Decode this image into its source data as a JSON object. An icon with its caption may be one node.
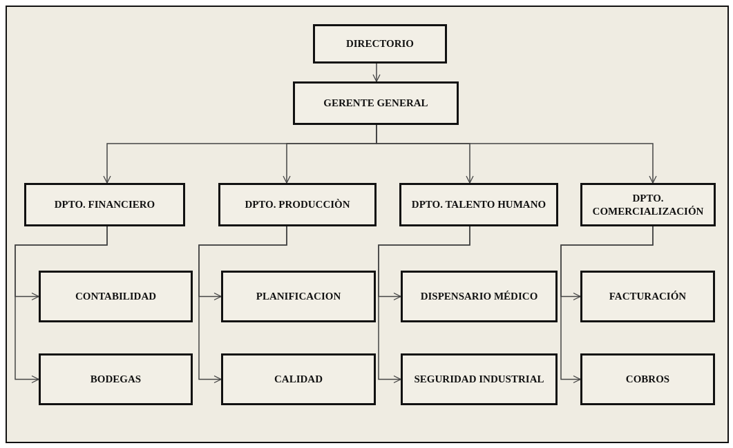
{
  "diagram": {
    "nodes": [
      {
        "text": [
          "DIRECTORIO"
        ]
      },
      {
        "text": [
          "GERENTE GENERAL"
        ]
      },
      {
        "text": [
          "DPTO. FINANCIERO"
        ]
      },
      {
        "text": [
          "DPTO. PRODUCCIÒN"
        ]
      },
      {
        "text": [
          "DPTO. TALENTO HUMANO"
        ]
      },
      {
        "text": [
          "DPTO. COMERCIALIZACIÓN"
        ]
      },
      {
        "text": [
          "CONTABILIDAD"
        ]
      },
      {
        "text": [
          "BODEGAS"
        ]
      },
      {
        "text": [
          "PLANIFICACION"
        ]
      },
      {
        "text": [
          "CALIDAD"
        ]
      },
      {
        "text": [
          "DISPENSARIO MÉDICO"
        ]
      },
      {
        "text": [
          "SEGURIDAD INDUSTRIAL"
        ]
      },
      {
        "text": [
          "FACTURACIÓN"
        ]
      },
      {
        "text": [
          "COBROS"
        ]
      }
    ],
    "edges": [
      {
        "from": 0,
        "to": 1,
        "arrow": "to"
      },
      {
        "from": 1,
        "to": 2,
        "arrow": "to"
      },
      {
        "from": 1,
        "to": 3,
        "arrow": "to"
      },
      {
        "from": 1,
        "to": 4,
        "arrow": "to"
      },
      {
        "from": 1,
        "to": 5,
        "arrow": "to"
      },
      {
        "from": 2,
        "to": 6,
        "arrow": "to"
      },
      {
        "from": 2,
        "to": 7,
        "arrow": "to"
      },
      {
        "from": 3,
        "to": 8,
        "arrow": "to"
      },
      {
        "from": 3,
        "to": 9,
        "arrow": "to"
      },
      {
        "from": 4,
        "to": 10,
        "arrow": "to"
      },
      {
        "from": 4,
        "to": 11,
        "arrow": "to"
      },
      {
        "from": 5,
        "to": 12,
        "arrow": "to"
      },
      {
        "from": 5,
        "to": 13,
        "arrow": "to"
      }
    ]
  }
}
